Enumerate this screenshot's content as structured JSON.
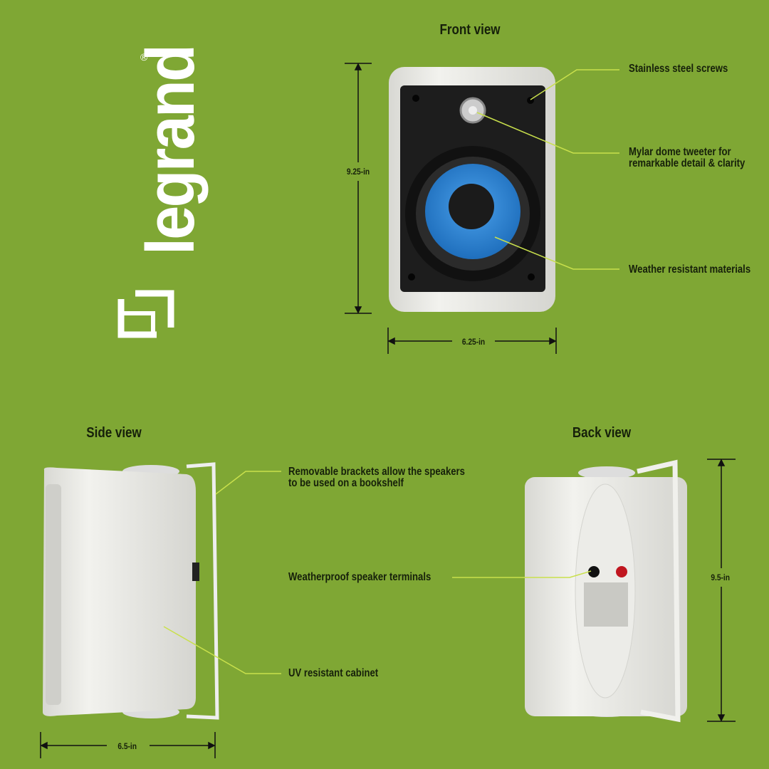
{
  "brand": {
    "name": "legrand",
    "registered_mark": "®",
    "color": "#ffffff"
  },
  "background_color": "#7fa734",
  "leader_line_color": "#c9e04c",
  "front_view": {
    "title": "Front view",
    "height_label": "9.25-in",
    "width_label": "6.25-in",
    "callouts": [
      {
        "text": "Stainless steel screws"
      },
      {
        "text": "Mylar dome tweeter for",
        "text2": "remarkable detail & clarity"
      },
      {
        "text": "Weather resistant materials"
      }
    ]
  },
  "side_view": {
    "title": "Side view",
    "depth_label": "6.5-in",
    "callouts": [
      {
        "text": "Removable brackets allow the speakers",
        "text2": "to be used on a bookshelf"
      },
      {
        "text": "UV resistant cabinet"
      }
    ]
  },
  "back_view": {
    "title": "Back view",
    "height_label": "9.5-in",
    "callouts": [
      {
        "text": "Weatherproof  speaker terminals"
      }
    ]
  },
  "woofer_color": "#2a7fd0"
}
